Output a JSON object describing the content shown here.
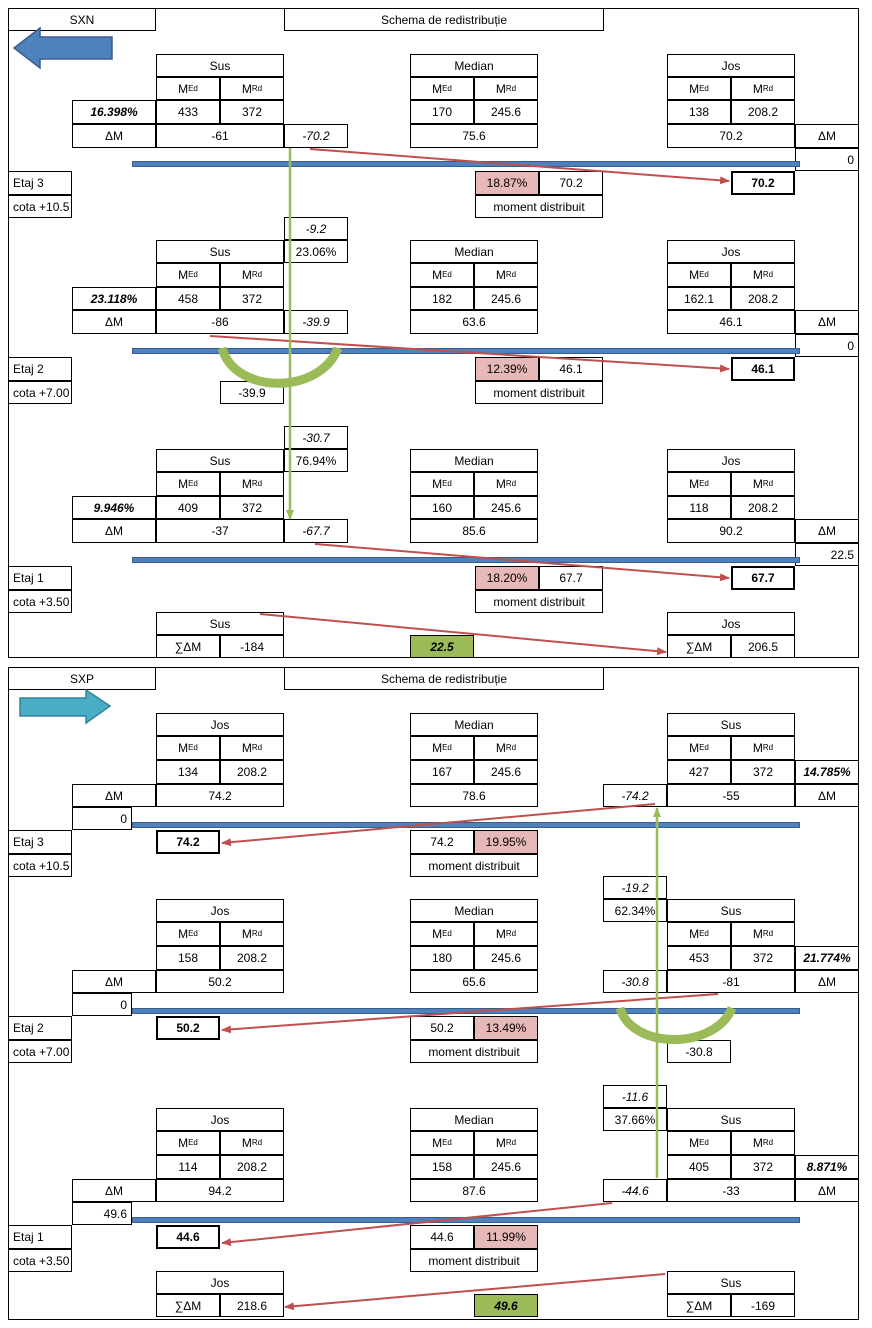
{
  "common": {
    "mEd_main": "M",
    "mEd_sub": "Ed",
    "mRd_main": "M",
    "mRd_sub": "Rd",
    "delta_m": "ΔM",
    "sum_delta_m": "∑ΔM",
    "moment_distribuit": "moment distribuit",
    "scheme_title": "Schema de redistribuție"
  },
  "sxn": {
    "label": "SXN",
    "floors": [
      {
        "etaj": "Etaj 3",
        "cota": "cota +10.5",
        "pct": "16.398%",
        "sus": {
          "title": "Sus",
          "med": "433",
          "mrd": "372",
          "dm": "-61"
        },
        "median": {
          "title": "Median",
          "med": "170",
          "mrd": "245.6",
          "dm": "75.6"
        },
        "jos": {
          "title": "Jos",
          "med": "138",
          "mrd": "208.2",
          "dm": "70.2"
        },
        "redist": "-70.2",
        "right_val": "0",
        "dist_pct": "18.87%",
        "dist_val": "70.2",
        "jos_result": "70.2"
      },
      {
        "etaj": "Etaj 2",
        "cota": "cota +7.00",
        "pct": "23.118%",
        "sus": {
          "title": "Sus",
          "med": "458",
          "mrd": "372",
          "dm": "-86"
        },
        "median": {
          "title": "Median",
          "med": "182",
          "mrd": "245.6",
          "dm": "63.6"
        },
        "jos": {
          "title": "Jos",
          "med": "162.1",
          "mrd": "208.2",
          "dm": "46.1"
        },
        "redist": "-39.9",
        "above_val": "-9.2",
        "above_pct": "23.06%",
        "below_val": "-39.9",
        "right_val": "0",
        "dist_pct": "12.39%",
        "dist_val": "46.1",
        "jos_result": "46.1"
      },
      {
        "etaj": "Etaj 1",
        "cota": "cota +3.50",
        "pct": "9.946%",
        "sus": {
          "title": "Sus",
          "med": "409",
          "mrd": "372",
          "dm": "-37"
        },
        "median": {
          "title": "Median",
          "med": "160",
          "mrd": "245.6",
          "dm": "85.6"
        },
        "jos": {
          "title": "Jos",
          "med": "118",
          "mrd": "208.2",
          "dm": "90.2"
        },
        "redist": "-67.7",
        "above_val": "-30.7",
        "above_pct": "76.94%",
        "right_val": "22.5",
        "dist_pct": "18.20%",
        "dist_val": "67.7",
        "jos_result": "67.7"
      }
    ],
    "sum": {
      "left_title": "Sus",
      "left_val": "-184",
      "center": "22.5",
      "right_title": "Jos",
      "right_val": "206.5"
    }
  },
  "sxp": {
    "label": "SXP",
    "floors": [
      {
        "etaj": "Etaj 3",
        "cota": "cota +10.5",
        "pct": "14.785%",
        "jos": {
          "title": "Jos",
          "med": "134",
          "mrd": "208.2",
          "dm": "74.2"
        },
        "median": {
          "title": "Median",
          "med": "167",
          "mrd": "245.6",
          "dm": "78.6"
        },
        "sus": {
          "title": "Sus",
          "med": "427",
          "mrd": "372",
          "dm": "-55"
        },
        "redist": "-74.2",
        "left_val": "0",
        "dist_val": "74.2",
        "dist_pct": "19.95%",
        "jos_result": "74.2"
      },
      {
        "etaj": "Etaj 2",
        "cota": "cota +7.00",
        "pct": "21.774%",
        "jos": {
          "title": "Jos",
          "med": "158",
          "mrd": "208.2",
          "dm": "50.2"
        },
        "median": {
          "title": "Median",
          "med": "180",
          "mrd": "245.6",
          "dm": "65.6"
        },
        "sus": {
          "title": "Sus",
          "med": "453",
          "mrd": "372",
          "dm": "-81"
        },
        "redist": "-30.8",
        "above_val": "-19.2",
        "above_pct": "62.34%",
        "below_val": "-30.8",
        "left_val": "0",
        "dist_val": "50.2",
        "dist_pct": "13.49%",
        "jos_result": "50.2"
      },
      {
        "etaj": "Etaj 1",
        "cota": "cota +3.50",
        "pct": "8.871%",
        "jos": {
          "title": "Jos",
          "med": "114",
          "mrd": "208.2",
          "dm": "94.2"
        },
        "median": {
          "title": "Median",
          "med": "158",
          "mrd": "245.6",
          "dm": "87.6"
        },
        "sus": {
          "title": "Sus",
          "med": "405",
          "mrd": "372",
          "dm": "-33"
        },
        "redist": "-44.6",
        "above_val": "-11.6",
        "above_pct": "37.66%",
        "left_val": "49.6",
        "dist_val": "44.6",
        "dist_pct": "11.99%",
        "jos_result": "44.6"
      }
    ],
    "sum": {
      "left_title": "Jos",
      "left_val": "218.6",
      "center": "49.6",
      "right_title": "Sus",
      "right_val": "-169"
    }
  },
  "colors": {
    "beam": "#4f81bd",
    "red_arrow": "#c0504d",
    "green_arrow": "#9bbb59",
    "pink": "#e6b8b7",
    "green_cell": "#9bbb59",
    "sxn_arrow": "#4f81bd",
    "sxp_arrow": "#4bacc6"
  }
}
